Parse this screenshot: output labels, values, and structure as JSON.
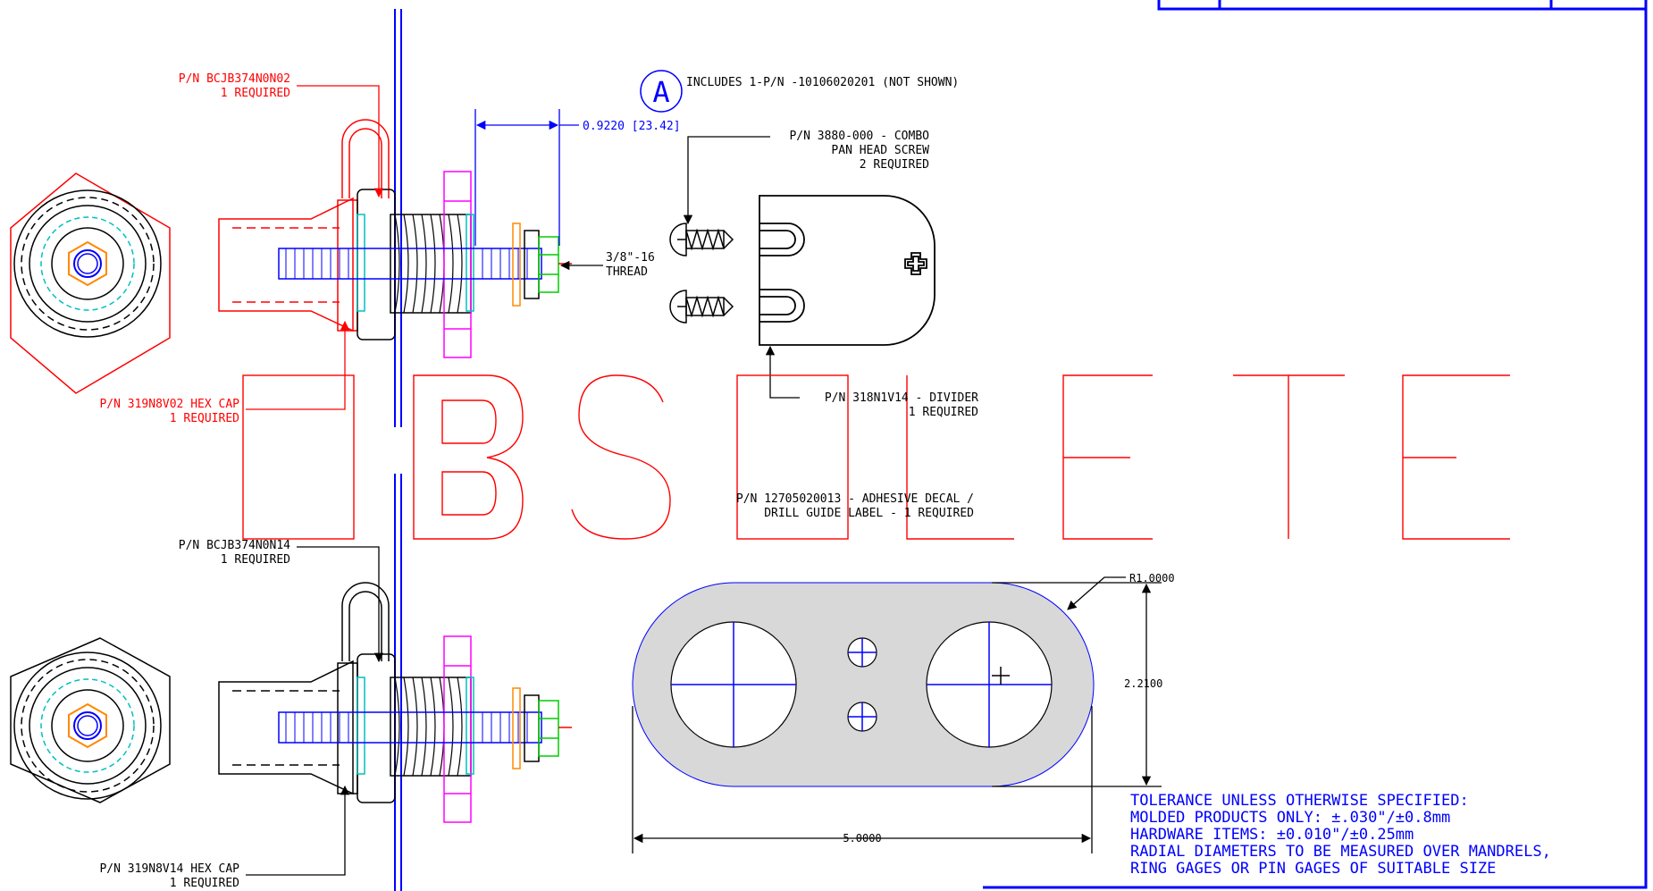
{
  "watermark": "OBSOLETE",
  "colors": {
    "obsolete": "#ff0000",
    "dimension": "#0000ff",
    "outline": "#000000",
    "tube": "#ff00ff",
    "washer": "#ff8800",
    "nut": "#00cc00",
    "insulator": "#00c0c0",
    "decal_fill": "#d8d8d8"
  },
  "callouts": {
    "top_handle": {
      "line1": "P/N BCJB374N0N02",
      "line2": "1 REQUIRED"
    },
    "top_hex_cap": {
      "line1": "P/N 319N8V02 HEX CAP",
      "line2": "1 REQUIRED"
    },
    "bottom_handle": {
      "line1": "P/N BCJB374N0N14",
      "line2": "1 REQUIRED"
    },
    "bottom_hex_cap": {
      "line1": "P/N 319N8V14 HEX CAP",
      "line2": "1 REQUIRED"
    },
    "screw": {
      "line1": "P/N 3880-000 - COMBO",
      "line2": "PAN HEAD SCREW",
      "line3": "2 REQUIRED"
    },
    "divider": {
      "line1": "P/N 318N1V14 - DIVIDER",
      "line2": "1 REQUIRED"
    },
    "decal": {
      "line1": "P/N 12705020013 - ADHESIVE DECAL /",
      "line2": "DRILL GUIDE LABEL - 1 REQUIRED"
    },
    "thread": {
      "line1": "3/8\"-16",
      "line2": "THREAD"
    }
  },
  "note_a": {
    "symbol": "A",
    "text": "INCLUDES 1-P/N -10106020201 (NOT SHOWN)"
  },
  "dimensions": {
    "stud_length": "0.9220 [23.42]",
    "radius": "R1.0000",
    "height": "2.2100",
    "width": "5.0000"
  },
  "tolerance": {
    "line1": "TOLERANCE UNLESS OTHERWISE SPECIFIED:",
    "line2": "MOLDED PRODUCTS ONLY: ±.030\"/±0.8mm",
    "line3": "HARDWARE ITEMS: ±0.010\"/±0.25mm",
    "line4": "RADIAL DIAMETERS TO BE MEASURED OVER MANDRELS,",
    "line5": "RING GAGES OR PIN GAGES OF SUITABLE SIZE"
  }
}
